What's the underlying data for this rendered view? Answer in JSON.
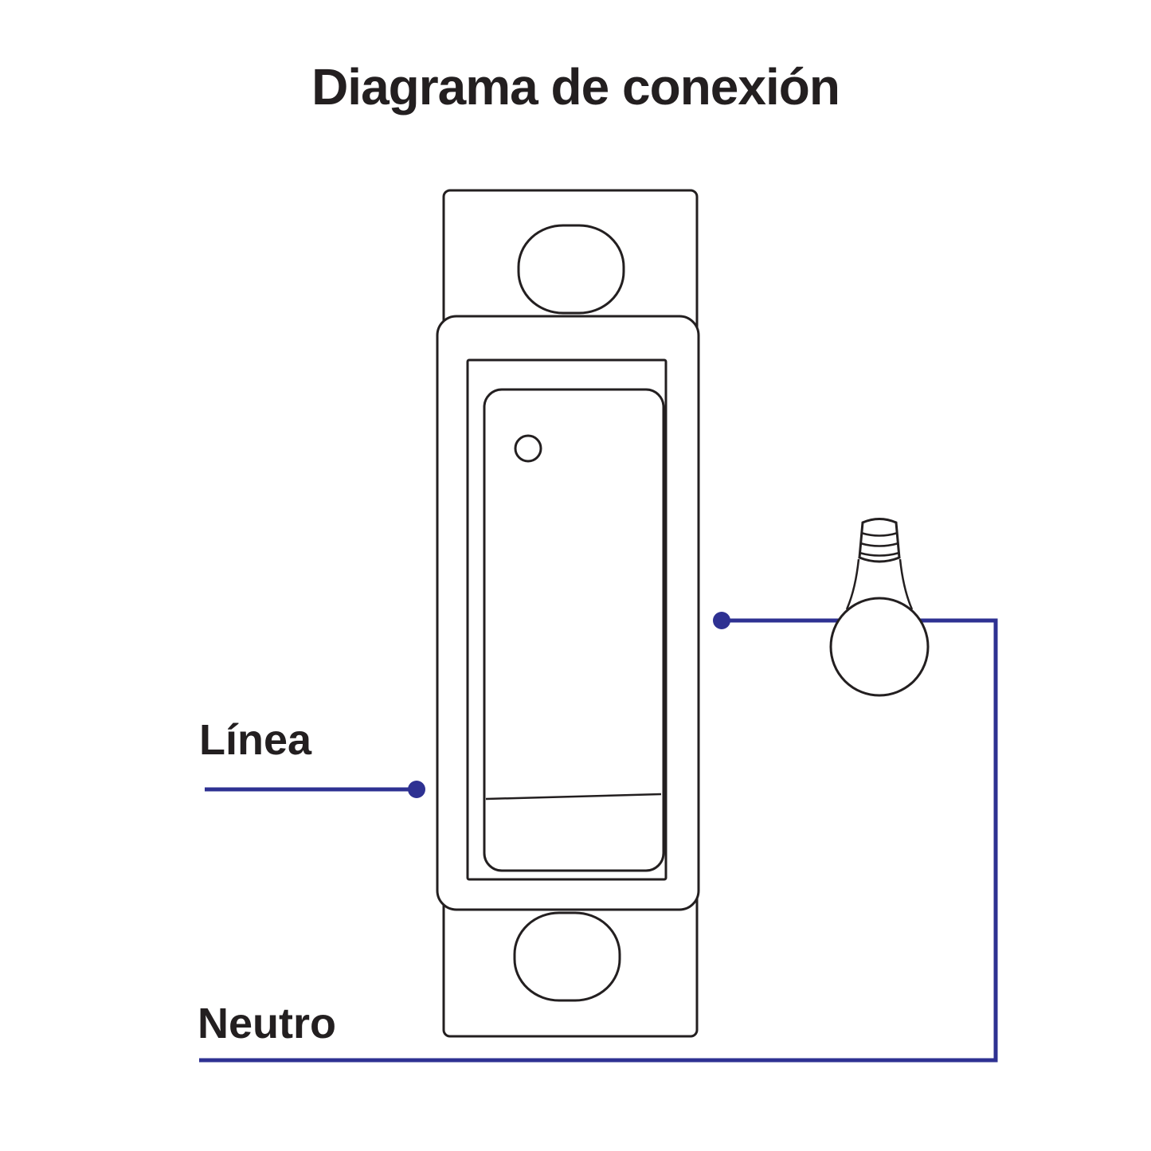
{
  "title": "Diagrama de conexión",
  "labels": {
    "line": "Línea",
    "neutral": "Neutro"
  },
  "icons": {
    "device": "rocker-switch-icon",
    "load": "light-bulb-icon"
  },
  "colors": {
    "ink": "#231f20",
    "wire": "#2e3192",
    "background": "#ffffff"
  }
}
